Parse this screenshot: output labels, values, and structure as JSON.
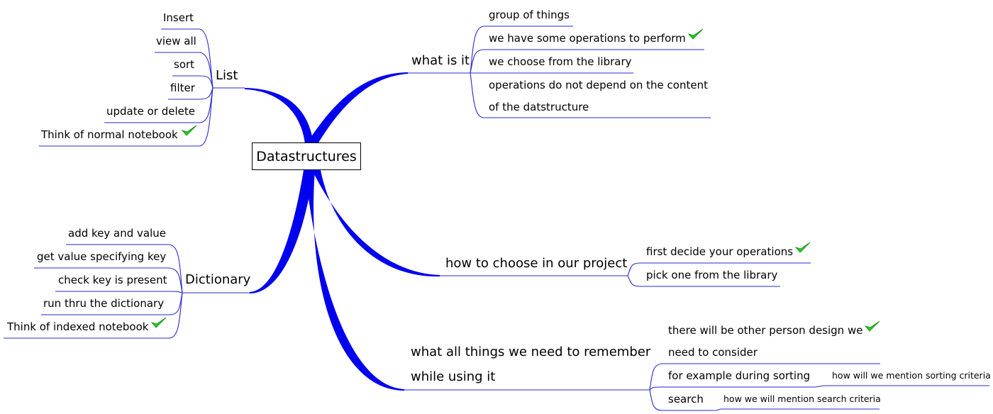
{
  "root": "Datastructures",
  "list": {
    "label": "List",
    "items": [
      "Insert",
      "view all",
      "sort",
      "filter",
      "update or delete",
      "Think of normal notebook"
    ]
  },
  "dictionary": {
    "label": "Dictionary",
    "items": [
      "add key and value",
      "get value specifying key",
      "check key is present",
      "run thru the dictionary",
      "Think of indexed notebook"
    ]
  },
  "what_is_it": {
    "label": "what is it",
    "items": [
      "group of things",
      "we have some operations to perform",
      "we choose from the library",
      "operations do not depend on the content",
      "of the datstructure"
    ]
  },
  "how_to_choose": {
    "label": "how to choose in our project",
    "items": [
      "first decide your operations",
      "pick one from the library"
    ]
  },
  "remember": {
    "label_line1": "what all things we need to remember",
    "label_line2": "while using it",
    "items": [
      "there will be other person design we",
      "need to consider",
      "for example during sorting",
      "search"
    ],
    "sorting_detail": "how will we mention sorting criteria",
    "search_detail": "how we will mention search criteria"
  },
  "colors": {
    "branch": "#0000ee",
    "line": "#1a1ad6",
    "check": "#22cc22"
  },
  "icons": {
    "done": "green-check-icon"
  }
}
